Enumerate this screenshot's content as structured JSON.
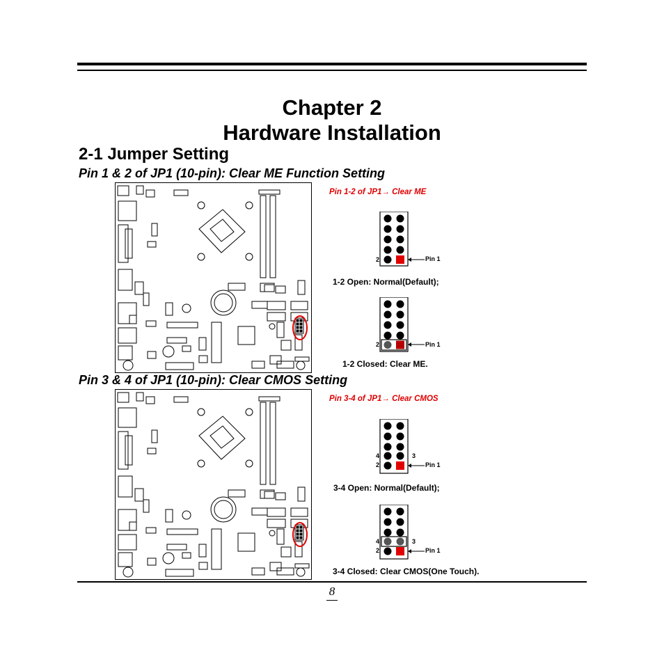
{
  "chapter": {
    "line1": "Chapter 2",
    "line2": "Hardware Installation"
  },
  "section": {
    "title": "2-1 Jumper Setting"
  },
  "blocks": [
    {
      "heading": "Pin 1 & 2 of JP1 (10-pin): Clear ME Function Setting",
      "red_caption": "Pin 1-2 of JP1→  Clear ME",
      "open_caption": "1-2 Open: Normal(Default);",
      "closed_caption": "1-2 Closed: Clear ME.",
      "open_labels": {
        "left_bottom": "2",
        "pin1": "Pin 1"
      },
      "closed_labels": {
        "left_bottom": "2",
        "pin1": "Pin 1"
      }
    },
    {
      "heading": "Pin 3 & 4 of JP1 (10-pin): Clear CMOS Setting",
      "red_caption": "Pin 3-4 of JP1→  Clear CMOS",
      "open_caption": "3-4 Open: Normal(Default);",
      "closed_caption": "3-4 Closed: Clear CMOS(One Touch).",
      "open_labels": {
        "left_upper": "4",
        "left_bottom": "2",
        "right_upper": "3",
        "pin1": "Pin 1"
      },
      "closed_labels": {
        "left_upper": "4",
        "left_bottom": "2",
        "right_upper": "3",
        "pin1": "Pin 1"
      }
    }
  ],
  "page_number": "8",
  "colors": {
    "pin1_red": "#e00000",
    "highlight_oval": "#e00000"
  }
}
